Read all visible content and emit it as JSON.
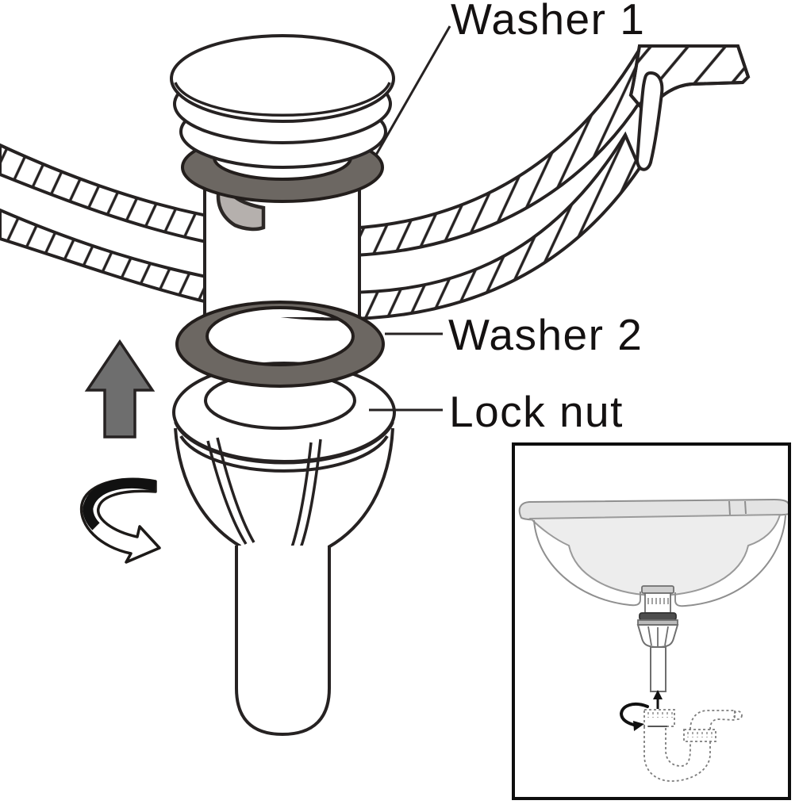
{
  "diagram": {
    "type": "sink pop-up drain installation diagram",
    "labels": {
      "washer1": "Washer 1",
      "washer2": "Washer 2",
      "lock_nut": "Lock nut"
    },
    "icons": {
      "up_arrow": "up-arrow-icon",
      "rotate_arrow": "rotate-clockwise-arrow-icon",
      "inset_up_arrow": "up-arrow-icon",
      "inset_rotate_arrow": "rotate-arrow-icon"
    },
    "colors": {
      "outline": "#262222",
      "washer_gray": "#6c6762",
      "arrow_gray": "#6e6e6e",
      "overflow_hole_gray": "#b5b0ad",
      "label_text": "#141111",
      "inset_border": "#0e0e0e",
      "inset_outline": "#8f8f8f",
      "inset_basin_fill": "#ededed",
      "inset_rim_fill": "#e3e3e3",
      "inset_washer_dark": "#4d4d4d",
      "inset_dotted_trap": "#7d7d7d"
    }
  }
}
